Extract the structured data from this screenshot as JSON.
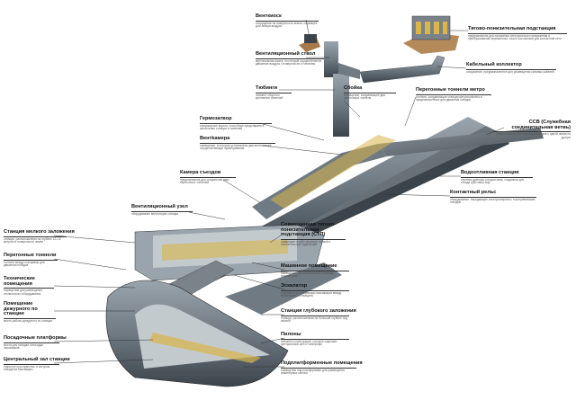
{
  "labels": {
    "ventkiosk": {
      "title": "Венткиоск",
      "desc": "сооружение на поверхности земли, служащее для забора воздуха"
    },
    "tps": {
      "title": "Тягово-понизительная подстанция",
      "desc": "предназначена для понижения электрического напряжения и преобразования переменного тока в постоянный для контактной сети"
    },
    "ventstvol": {
      "title": "Вентиляционный ствол",
      "desc": "вертикальная шахта, по которой осуществляется движение воздуха с поверхности к тоннелям"
    },
    "kabel": {
      "title": "Кабельный коллектор",
      "desc": "сооружение, предназначенное для размещения силовых кабелей"
    },
    "tyubingi": {
      "title": "Тюбинги",
      "desc": "элемент сборного крепления тоннелей"
    },
    "sboyka": {
      "title": "Сбойка",
      "desc": "помещение, соединяющее два перегонных тоннеля"
    },
    "peregon_metro": {
      "title": "Перегонные тоннели метро",
      "desc": "тоннели, соединяющие станции метрополитена и предназначенные для движения поездов"
    },
    "germozatvor": {
      "title": "Гермозатвор",
      "desc": "специальные ворота, способные предотвратить затопление станции и тоннелей"
    },
    "ssv": {
      "title": "ССВ (Служебная соединительная ветвь)",
      "desc": "предназначена для перевода поездов с одной линии на другую"
    },
    "ventkamera": {
      "title": "Вентkамера",
      "desc": "помещение, в котором установлены два вентилятора, осуществляющие проветривание"
    },
    "vodootliv": {
      "title": "Водоотливная станция",
      "desc": "система дренажа и водоотлива, созданная для отвода грунтовых вод"
    },
    "kamera": {
      "title": "Камера съездов",
      "desc": "предназначена для соединения двух перегонных тоннелей"
    },
    "kontakt": {
      "title": "Контактный рельс",
      "desc": "оборудование, передающее электроэнергию к токоприемникам поездов"
    },
    "ventuzel": {
      "title": "Вентиляционный узел",
      "desc": "оборудование вентиляции станции"
    },
    "melkogo": {
      "title": "Станция мелкого заложения",
      "desc": "станция, расположенная на глубине 10–15 метров от поверхности земли"
    },
    "sovm_tps": {
      "title": "Совмещенная тягово-понизительная подстанция (СТП)",
      "desc": "совмещает в себе функции тяговой и понизительной подстанций"
    },
    "peregon": {
      "title": "Перегонные тоннели",
      "desc": "тоннели между станциями для движения поездов"
    },
    "mash": {
      "title": "Машинное помещение",
      "desc": "помещение, где расположены приводы эскалаторов"
    },
    "tekh": {
      "title": "Технические помещения",
      "desc": "помещения для размещения технического оборудования"
    },
    "eskalator": {
      "title": "Эскалатор",
      "desc": "подъемник для перевозки пассажиров между вестибюлем и станцией"
    },
    "dezhur": {
      "title": "Помещение дежурного по станции",
      "desc": "место работы дежурного по станции"
    },
    "glubokogo": {
      "title": "Станция глубокого заложения",
      "desc": "станция, расположенная на большой глубине под землей"
    },
    "platformy": {
      "title": "Посадочные платформы",
      "desc": "места для посадки и высадки пассажиров"
    },
    "pilony": {
      "title": "Пилоны",
      "desc": "элементы конструкции, которые отделяют центральный зал от платформ"
    },
    "tsentr": {
      "title": "Центральный зал станции",
      "desc": "открытое пространство, в котором находятся пассажиры"
    },
    "podplatform": {
      "title": "Подплатформенные помещения",
      "desc": "помещения под платформами для размещения инженерных систем"
    }
  },
  "colors": {
    "tunnel": "#6f7a83",
    "tunnel_dark": "#3c444b",
    "soil": "#a8794a",
    "accent": "#d9b54a"
  }
}
